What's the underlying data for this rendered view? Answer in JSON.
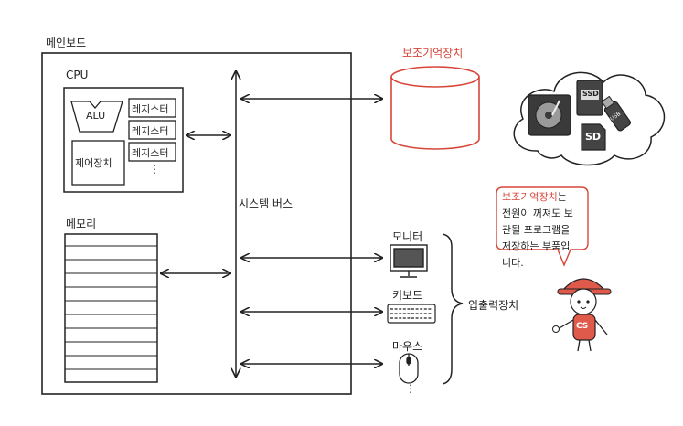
{
  "mainboard": {
    "title": "메인보드",
    "cpu": {
      "title": "CPU",
      "alu": "ALU",
      "registers": [
        "레지스터",
        "레지스터",
        "레지스터"
      ],
      "control_unit": "제어장치",
      "more": "⋮"
    },
    "memory": {
      "title": "메모리"
    }
  },
  "bus": {
    "label": "시스템 버스"
  },
  "storage": {
    "label": "보조기억장치",
    "icons": [
      "hdd-icon",
      "ssd-icon",
      "usb-icon",
      "sd-card-icon"
    ],
    "icon_labels": {
      "ssd": "SSD",
      "sd": "SD",
      "usb": "USB"
    }
  },
  "io": {
    "label": "입출력장치",
    "devices": [
      {
        "label": "모니터",
        "icon": "monitor-icon"
      },
      {
        "label": "키보드",
        "icon": "keyboard-icon"
      },
      {
        "label": "마우스",
        "icon": "mouse-icon"
      }
    ],
    "more": "⋮"
  },
  "speech": {
    "highlight": "보조기억장치",
    "rest": "는 전원이 꺼져도 보관될 프로그램을 저장하는 부품입니다."
  },
  "mascot": {
    "badge": "CS"
  },
  "colors": {
    "accent": "#d8463a",
    "line": "#222222"
  }
}
